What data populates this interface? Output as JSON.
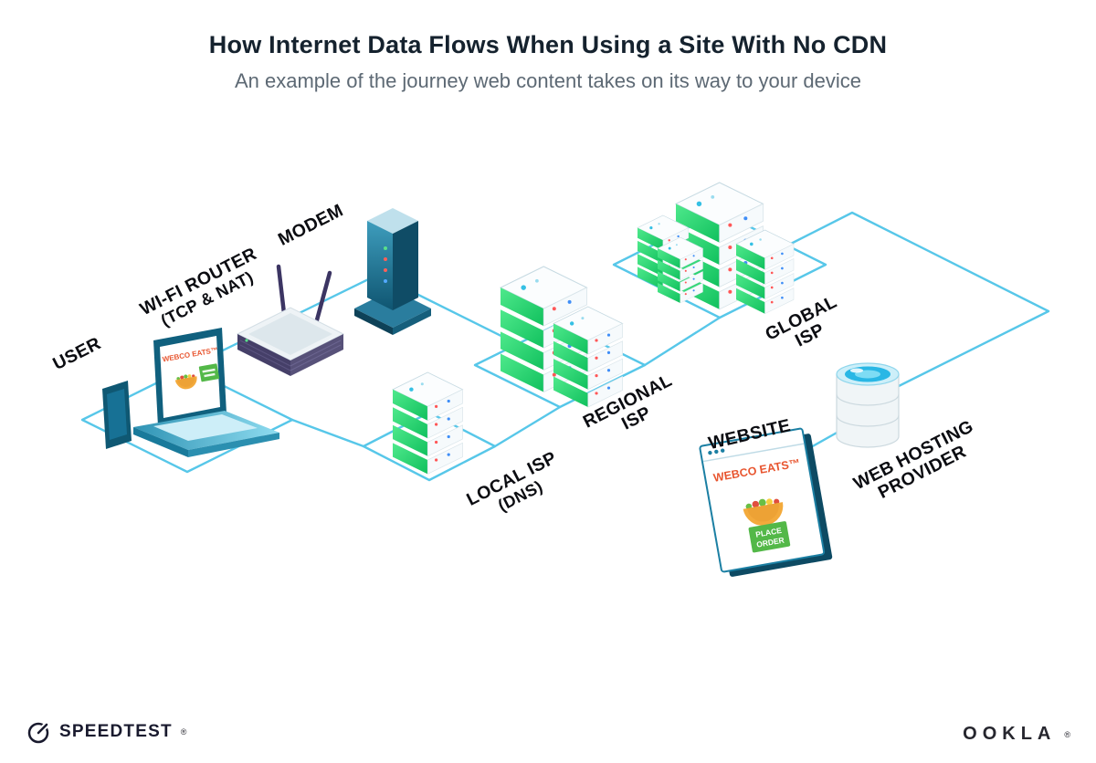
{
  "header": {
    "title": "How Internet Data Flows When Using a Site With No CDN",
    "subtitle": "An example of the journey web content takes on its way to your device"
  },
  "labels": {
    "user": "USER",
    "router_line1": "WI-FI ROUTER",
    "router_line2": "(TCP & NAT)",
    "modem": "MODEM",
    "local_isp_line1": "LOCAL ISP",
    "local_isp_line2": "(DNS)",
    "regional_isp_line1": "REGIONAL",
    "regional_isp_line2": "ISP",
    "global_isp_line1": "GLOBAL",
    "global_isp_line2": "ISP",
    "website": "WEBSITE",
    "web_hosting_line1": "WEB HOSTING",
    "web_hosting_line2": "PROVIDER"
  },
  "brand": {
    "name": "WEBCO EATS™"
  },
  "website_window": {
    "button_line1": "PLACE",
    "button_line2": "ORDER"
  },
  "footer": {
    "speedtest": "SPEEDTEST",
    "speedtest_mark": "®",
    "ookla": "OOKLA",
    "ookla_mark": "®"
  },
  "icons": {
    "speedtest_logo": "gauge-needle-icon",
    "server_stack": "isometric-server-icon",
    "database": "database-cylinder-icon",
    "taco": "taco-icon"
  },
  "colors": {
    "connection_line": "#57c7e9",
    "server_green": "#1fce66",
    "accent_teal": "#1b7fa3",
    "brand_orange": "#e8552f",
    "button_green": "#53b848",
    "title_text": "#15222e",
    "subtitle_text": "#5d6974"
  }
}
